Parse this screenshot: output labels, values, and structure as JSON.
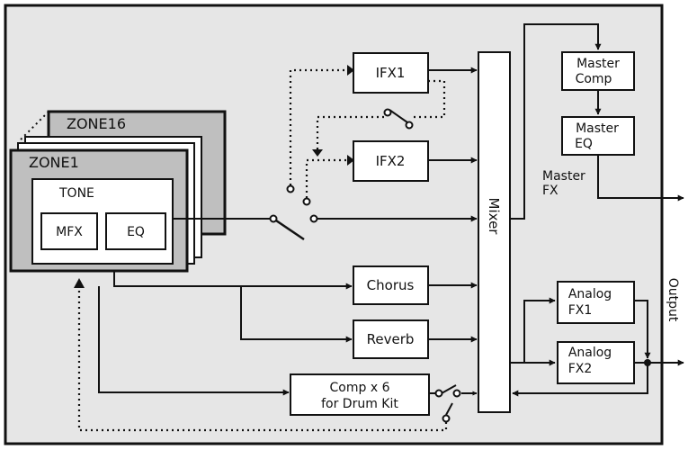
{
  "zones": {
    "front": "ZONE1",
    "back": "ZONE16"
  },
  "tone": {
    "label": "TONE",
    "mfx": "MFX",
    "eq": "EQ"
  },
  "blocks": {
    "ifx1": "IFX1",
    "ifx2": "IFX2",
    "chorus": "Chorus",
    "reverb": "Reverb",
    "comp_line1": "Comp x 6",
    "comp_line2": "for Drum Kit",
    "mixer": "Mixer",
    "master_comp_line1": "Master",
    "master_comp_line2": "Comp",
    "master_eq_line1": "Master",
    "master_eq_line2": "EQ",
    "analog1_line1": "Analog",
    "analog1_line2": "FX1",
    "analog2_line1": "Analog",
    "analog2_line2": "FX2"
  },
  "labels": {
    "master_fx_line1": "Master",
    "master_fx_line2": "FX",
    "output": "Output"
  }
}
